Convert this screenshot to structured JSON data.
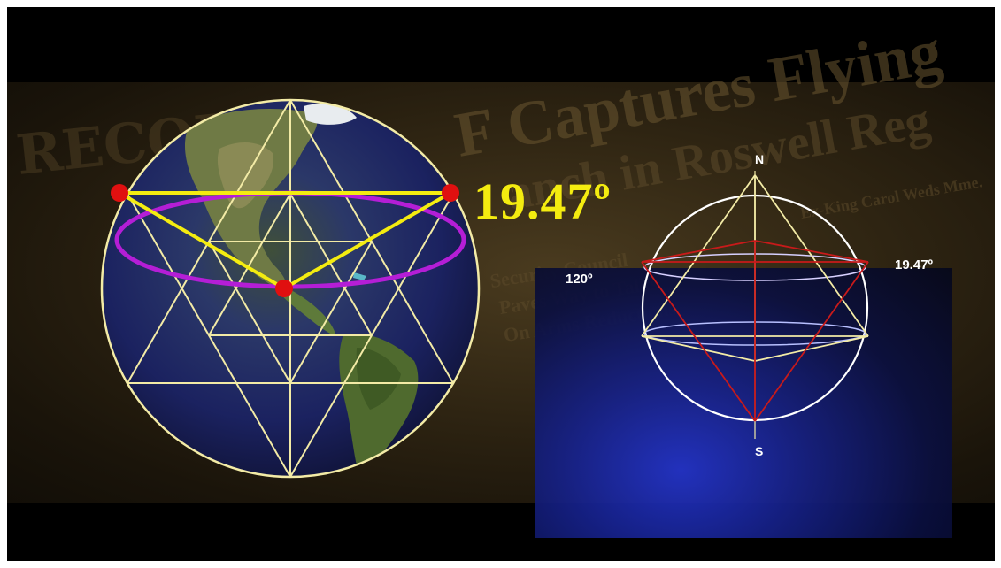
{
  "left_figure": {
    "angle_label": "19.47º"
  },
  "right_figure": {
    "north_label": "N",
    "south_label": "S",
    "angle_120_label": "120º",
    "angle_1947_label": "19.47º"
  },
  "background_newspaper": {
    "headline": "F Captures Flying",
    "headline_2": "anch in Roswell Reg",
    "side_text": "Ex-King Carol Weds Mme.",
    "sub_lines": [
      "Security Council",
      "Paves Way to Talks",
      "On Arms Reductions"
    ]
  },
  "colors": {
    "triangle_yellow": "#f4ec10",
    "ellipse_magenta": "#b41ed6",
    "vertex_red": "#e01010",
    "star_line": "#f3eba6",
    "tetra_red": "#c81a1a"
  }
}
